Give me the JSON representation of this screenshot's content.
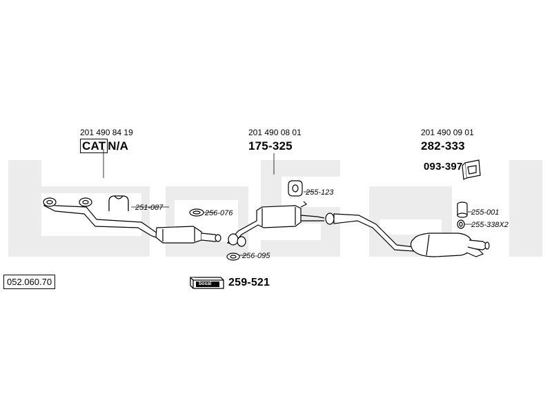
{
  "diagram": {
    "reference": "052.060.70",
    "watermark": "bosal",
    "groups": [
      {
        "oe_number": "201 490 84 19",
        "cat_label": "CAT",
        "part": "N/A"
      },
      {
        "oe_number": "201 490 08 01",
        "part": "175-325"
      },
      {
        "oe_number": "201 490 09 01",
        "part": "282-333",
        "sub_part": "093-397"
      }
    ],
    "codes": {
      "c1": "251-087",
      "c2": "256-076",
      "c3": "255-123",
      "c4": "256-095",
      "c5": "255-001",
      "c6": "255-338X2"
    },
    "kit": {
      "logo_text": "bosal",
      "part": "259-521"
    }
  }
}
